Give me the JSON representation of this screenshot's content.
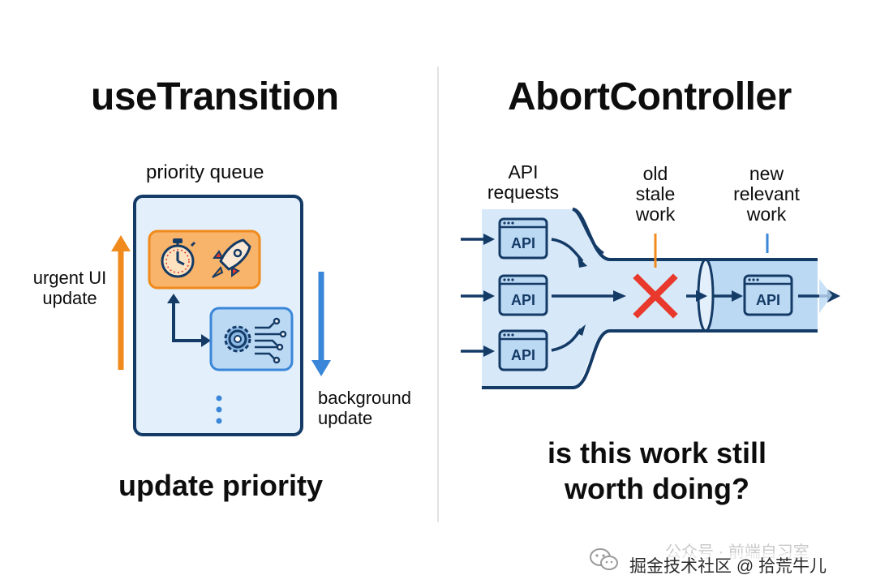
{
  "left_panel": {
    "title": "useTransition",
    "queue_label": "priority queue",
    "urgent_label_line1": "urgent UI",
    "urgent_label_line2": "update",
    "background_label_line1": "background",
    "background_label_line2": "update",
    "caption": "update priority"
  },
  "right_panel": {
    "title": "AbortController",
    "api_requests_line1": "API",
    "api_requests_line2": "requests",
    "old_line1": "old",
    "old_line2": "stale",
    "old_line3": "work",
    "new_line1": "new",
    "new_line2": "relevant",
    "new_line3": "work",
    "api_badge": "API",
    "caption_line1": "is this work still",
    "caption_line2": "worth doing?"
  },
  "watermark": {
    "back_text": "公众号 · 前端自习室",
    "front_text": "掘金技术社区 @ 拾荒牛儿"
  },
  "colors": {
    "urgent": "#f08a1c",
    "urgent_fill": "#f7b46a",
    "background": "#3a86d8",
    "queue_fill": "#e3f0fb",
    "stroke": "#143a66",
    "abort": "#e8392c",
    "pipe_fill": "#d7e9f9"
  }
}
